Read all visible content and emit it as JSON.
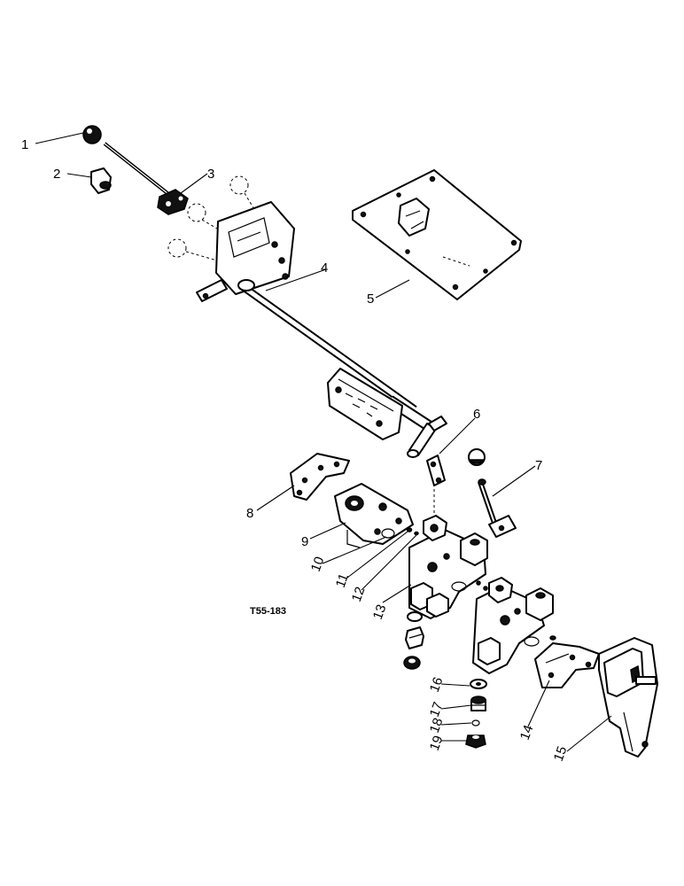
{
  "diagram": {
    "reference_code": "T55-183",
    "callouts": [
      "1",
      "2",
      "3",
      "4",
      "5",
      "6",
      "7",
      "8",
      "9",
      "10",
      "11",
      "12",
      "13",
      "14",
      "15",
      "16",
      "17",
      "18",
      "19"
    ]
  }
}
